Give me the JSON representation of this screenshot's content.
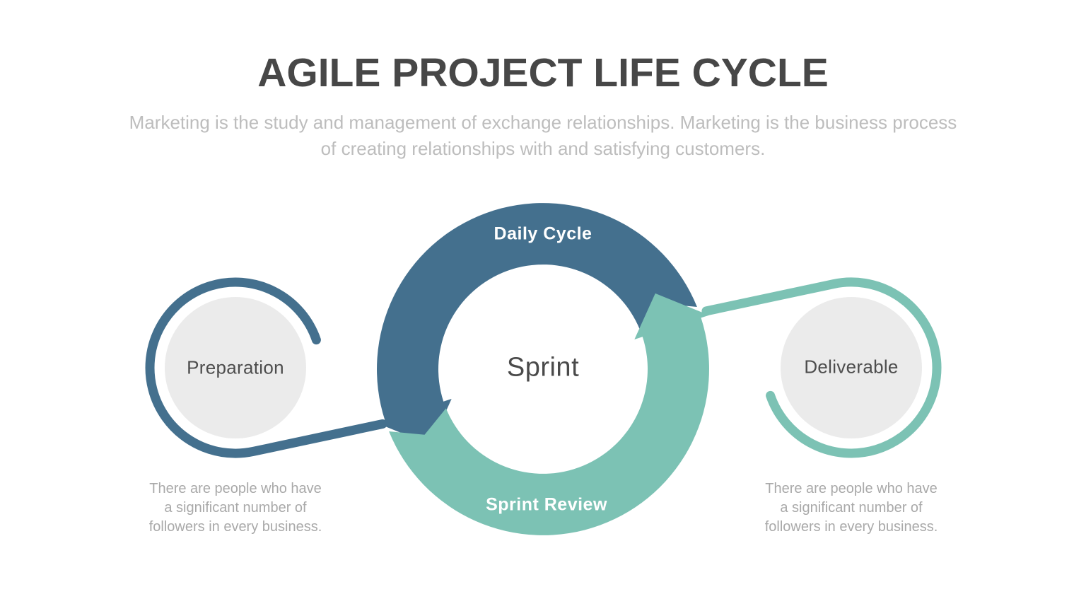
{
  "header": {
    "title": "AGILE PROJECT LIFE CYCLE",
    "subtitle": "Marketing is the study and management of exchange relationships. Marketing is the business process of creating relationships with and satisfying customers."
  },
  "cycle": {
    "center_label": "Sprint",
    "top_arc_label": "Daily Cycle",
    "bottom_arc_label": "Sprint Review"
  },
  "nodes": {
    "left": {
      "label": "Preparation",
      "description": "There are people who have a significant number of followers in every business."
    },
    "right": {
      "label": "Deliverable",
      "description": "There are people who have a significant number of followers in every business."
    }
  },
  "colors": {
    "blue": "#44708e",
    "teal": "#7cc2b4",
    "circle_fill": "#ebebeb",
    "title_text": "#474747",
    "subtitle_text": "#bdbdbd",
    "description_text": "#a9a9a9"
  }
}
